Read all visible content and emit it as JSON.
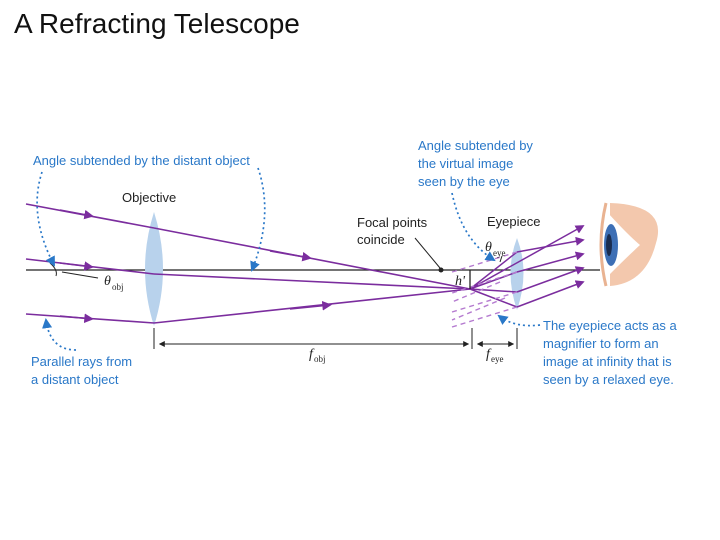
{
  "page": {
    "title": "A Refracting Telescope"
  },
  "diagram": {
    "labels": {
      "angle_obj": "Angle subtended by the distant object",
      "angle_eye_1": "Angle subtended by",
      "angle_eye_2": "the virtual image",
      "angle_eye_3": "seen by the eye",
      "objective": "Objective",
      "eyepiece": "Eyepiece",
      "focal_1": "Focal points",
      "focal_2": "coincide",
      "theta": "θ",
      "obj_sub": "obj",
      "eye_sub": "eye",
      "h_prime": "h'",
      "f": "f",
      "parallel_1": "Parallel rays from",
      "parallel_2": "a distant object",
      "magnifier_1": "The eyepiece acts as a",
      "magnifier_2": "magnifier to form an",
      "magnifier_3": "image at infinity that is",
      "magnifier_4": "seen by a relaxed eye."
    },
    "colors": {
      "ray": "#7b2d9e",
      "ray_dashed": "#b57bd0",
      "lens": "#b8d2ec",
      "annotation": "#2a78c8",
      "axis": "#222222",
      "skin": "#f3c8ad",
      "iris": "#3d6fb5"
    },
    "icons": {
      "eye": "eye-icon"
    }
  }
}
